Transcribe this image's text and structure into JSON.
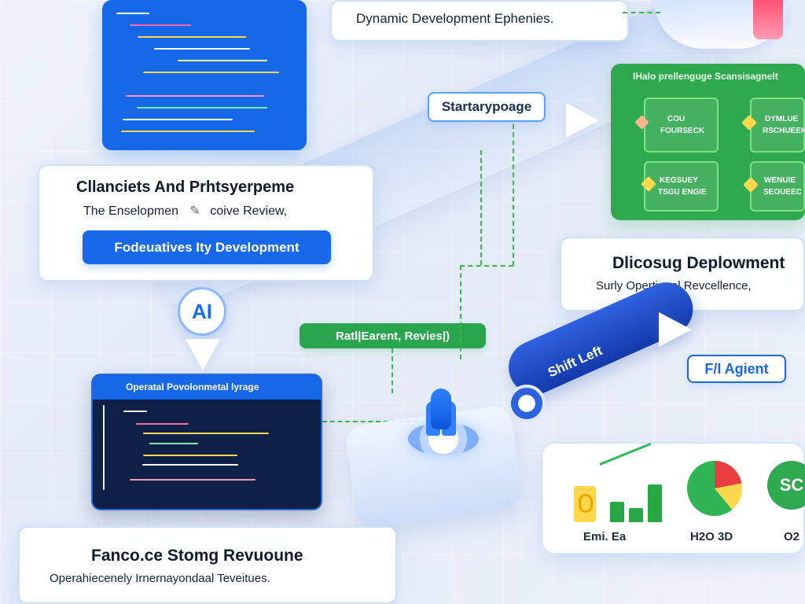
{
  "top_banner": {
    "text": "Dynamic Development Ephenies."
  },
  "start_page": {
    "label": "Startarypoage"
  },
  "left_info": {
    "title": "Cllanciets And Prhtsyerpeme",
    "subtitle": "The Enselopmen",
    "subtitle_tail": "coive Review,",
    "button": "Fodeuatives Ity Development"
  },
  "ai_badge": {
    "label": "AI"
  },
  "green_dashboard": {
    "title": "IHalo prellenguge Scansisagnelt",
    "tiles": [
      {
        "line1": "COU",
        "line2": "FOURSECK"
      },
      {
        "line1": "DYMLUE",
        "line2": "RSCHUEEK"
      },
      {
        "line1": "KEGSUEY",
        "line2": "TSGU ENGIE"
      },
      {
        "line1": "WENUIE",
        "line2": "SEOUEEC"
      }
    ]
  },
  "deployment_card": {
    "title": "Dlicosug Deplowment",
    "subtitle": "Surly Opertional Revcellence,"
  },
  "review_chip": {
    "label": "Ratl|Earent, Revies|)"
  },
  "code_panel": {
    "title": "Operatal Povolonmetal lyrage"
  },
  "shift_left": {
    "label": "Shift Left"
  },
  "agent_chip": {
    "label": "F/I Agient"
  },
  "bottom_left_card": {
    "title": "Fanco.ce Stomg Revuoune",
    "subtitle": "Operahiecenely Irnernayondaal Teveitues."
  },
  "stats": {
    "labels": [
      "Emi. Ea",
      "H2O 3D",
      "O2"
    ],
    "circle_text": "SC"
  },
  "colors": {
    "primary_blue": "#1668e8",
    "green": "#2fa94f",
    "dark_navy": "#0f2048"
  }
}
